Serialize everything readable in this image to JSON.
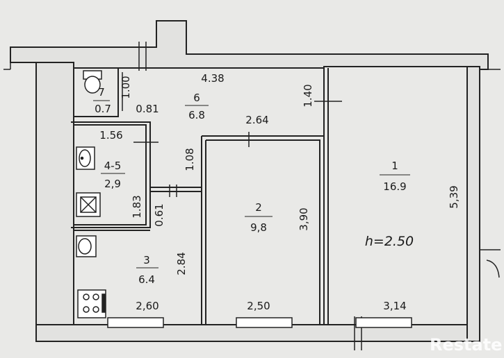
{
  "rooms": {
    "r1": {
      "number": "1",
      "area": "16.9",
      "width": "3,14",
      "height_dim": "5,39",
      "ceiling": "h=2.50"
    },
    "r2": {
      "number": "2",
      "area": "9,8",
      "width": "2,50",
      "height_dim": "3,90"
    },
    "r3": {
      "number": "3",
      "area": "6.4",
      "width": "2,60",
      "height_dim": "2.84"
    },
    "r45": {
      "number": "4-5",
      "area": "2,9",
      "width": "1.56",
      "height_dim": "1.83"
    },
    "r6": {
      "number": "6",
      "area": "6.8",
      "width": "4.38"
    },
    "r7": {
      "number": "7",
      "area": "0.7",
      "height_dim": "1.00"
    }
  },
  "dims": {
    "d081": "0.81",
    "d264": "2.64",
    "d108": "1.08",
    "d061": "0.61",
    "d140": "1.40"
  },
  "watermark": "Restate"
}
